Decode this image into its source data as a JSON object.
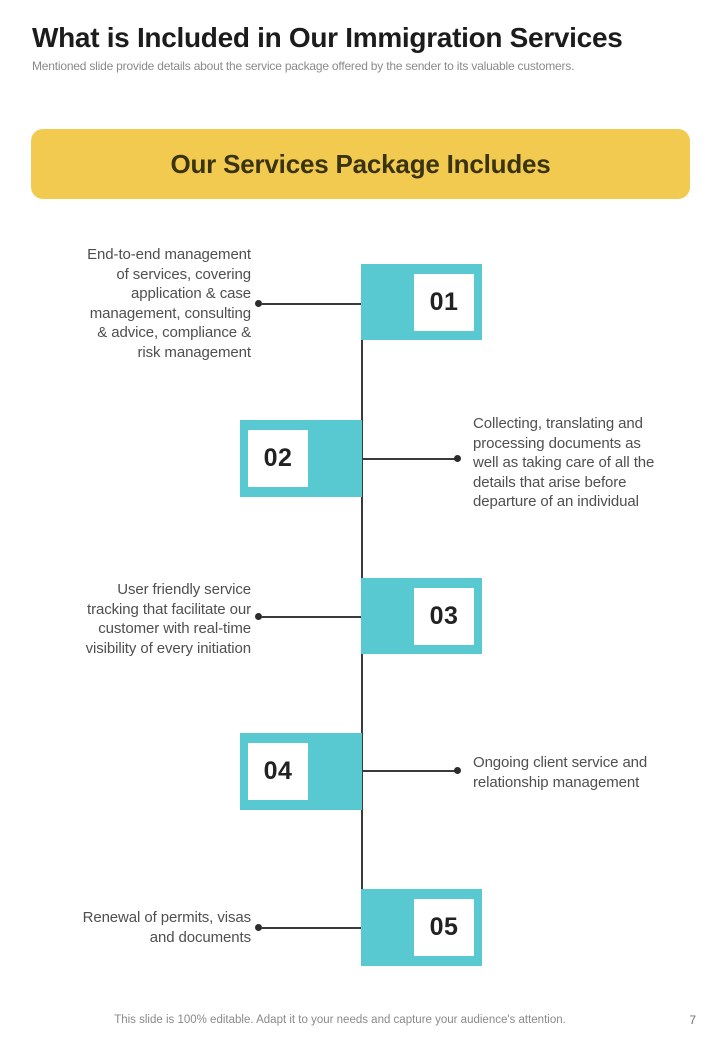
{
  "page": {
    "title": "What is Included in Our Immigration Services",
    "subtitle": "Mentioned slide provide details about the service package offered by the sender to its valuable customers.",
    "footer_note": "This slide is 100% editable. Adapt it to your needs and capture your audience's attention.",
    "page_number": "7"
  },
  "banner": {
    "label": "Our Services Package Includes",
    "bg_color": "#F2CA50",
    "text_color": "#3a3312"
  },
  "colors": {
    "accent_teal": "#58C9D1",
    "connector_line": "#3a3a3a",
    "body_text": "#4f4f4f",
    "muted_text": "#8a8a8a"
  },
  "timeline": {
    "items": [
      {
        "number": "01",
        "side": "right",
        "lines": [
          "End-to-end management",
          "of services, covering",
          "application & case",
          "management, consulting",
          "& advice, compliance &",
          "risk management"
        ]
      },
      {
        "number": "02",
        "side": "left",
        "lines": [
          "Collecting, translating and",
          "processing documents as",
          "well as taking care of all the",
          "details that arise before",
          "departure of an individual"
        ]
      },
      {
        "number": "03",
        "side": "right",
        "lines": [
          "User friendly  service",
          "tracking that facilitate our",
          "customer with real-time",
          "visibility of every initiation"
        ]
      },
      {
        "number": "04",
        "side": "left",
        "lines": [
          "Ongoing client service and",
          "relationship management"
        ]
      },
      {
        "number": "05",
        "side": "right",
        "lines": [
          "Renewal of permits, visas",
          "and documents"
        ]
      }
    ]
  }
}
